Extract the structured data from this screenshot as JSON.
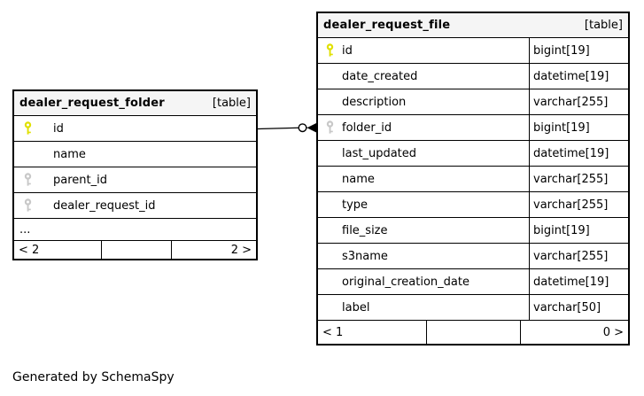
{
  "tables": [
    {
      "name": "dealer_request_folder",
      "tag": "[table]",
      "columns": [
        {
          "name": "id",
          "key": "primary"
        },
        {
          "name": "name",
          "key": ""
        },
        {
          "name": "parent_id",
          "key": "foreign"
        },
        {
          "name": "dealer_request_id",
          "key": "foreign"
        }
      ],
      "ellipsis": "...",
      "footer": {
        "left": "< 2",
        "middle": "",
        "right": "2 >"
      }
    },
    {
      "name": "dealer_request_file",
      "tag": "[table]",
      "columns": [
        {
          "name": "id",
          "type": "bigint[19]",
          "key": "primary"
        },
        {
          "name": "date_created",
          "type": "datetime[19]",
          "key": ""
        },
        {
          "name": "description",
          "type": "varchar[255]",
          "key": ""
        },
        {
          "name": "folder_id",
          "type": "bigint[19]",
          "key": "foreign"
        },
        {
          "name": "last_updated",
          "type": "datetime[19]",
          "key": ""
        },
        {
          "name": "name",
          "type": "varchar[255]",
          "key": ""
        },
        {
          "name": "type",
          "type": "varchar[255]",
          "key": ""
        },
        {
          "name": "file_size",
          "type": "bigint[19]",
          "key": ""
        },
        {
          "name": "s3name",
          "type": "varchar[255]",
          "key": ""
        },
        {
          "name": "original_creation_date",
          "type": "datetime[19]",
          "key": ""
        },
        {
          "name": "label",
          "type": "varchar[50]",
          "key": ""
        }
      ],
      "footer": {
        "left": "< 1",
        "middle": "",
        "right": "0 >"
      }
    }
  ],
  "colors": {
    "primary_key": "#e0e000",
    "foreign_key": "#c8c8c8",
    "header_bg": "#f5f5f5",
    "border": "#000000"
  },
  "credit": "Generated by SchemaSpy"
}
